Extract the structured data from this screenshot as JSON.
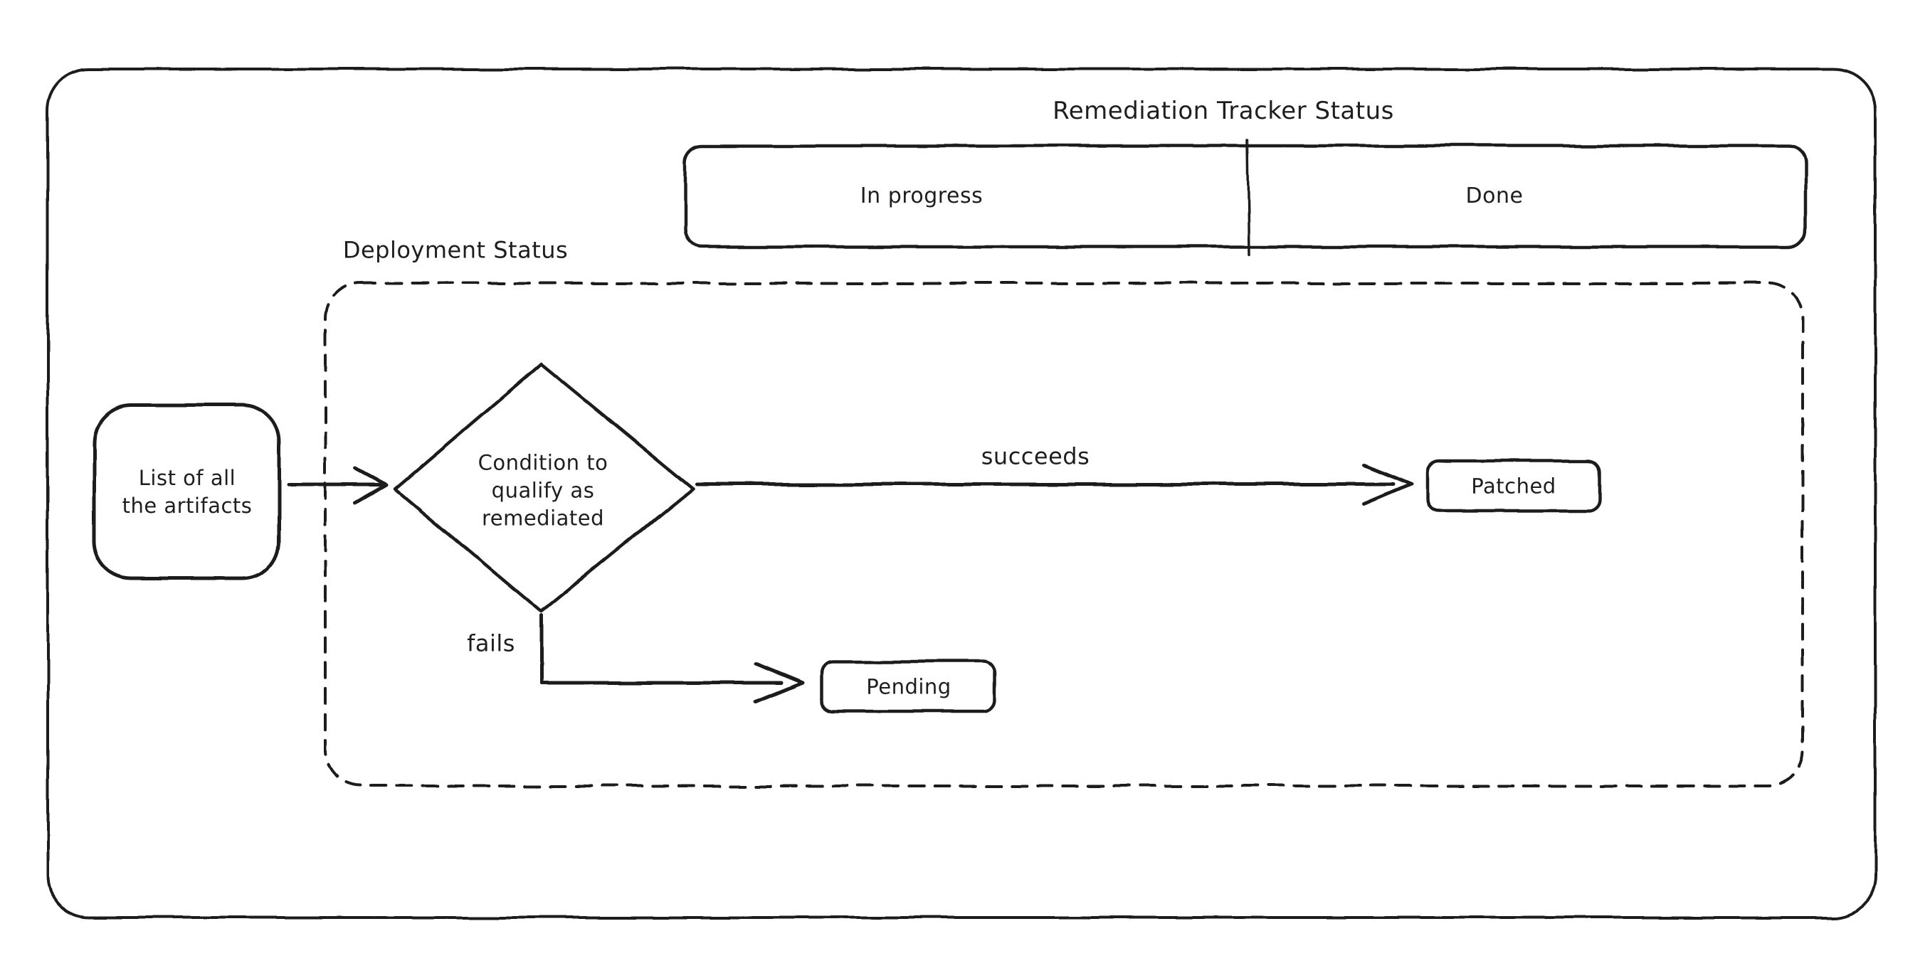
{
  "diagram": {
    "title": "Remediation Tracker Status",
    "tracker": {
      "in_progress": "In progress",
      "done": "Done"
    },
    "deployment_group": {
      "label": "Deployment Status"
    },
    "nodes": {
      "artifacts": {
        "line1": "List of all",
        "line2": "the artifacts"
      },
      "condition": {
        "line1": "Condition to",
        "line2": "qualify as",
        "line3": "remediated"
      },
      "patched": {
        "label": "Patched"
      },
      "pending": {
        "label": "Pending"
      }
    },
    "edges": {
      "succeeds": "succeeds",
      "fails": "fails"
    },
    "colors": {
      "stroke": "#1e1e1e",
      "background": "#ffffff"
    }
  }
}
